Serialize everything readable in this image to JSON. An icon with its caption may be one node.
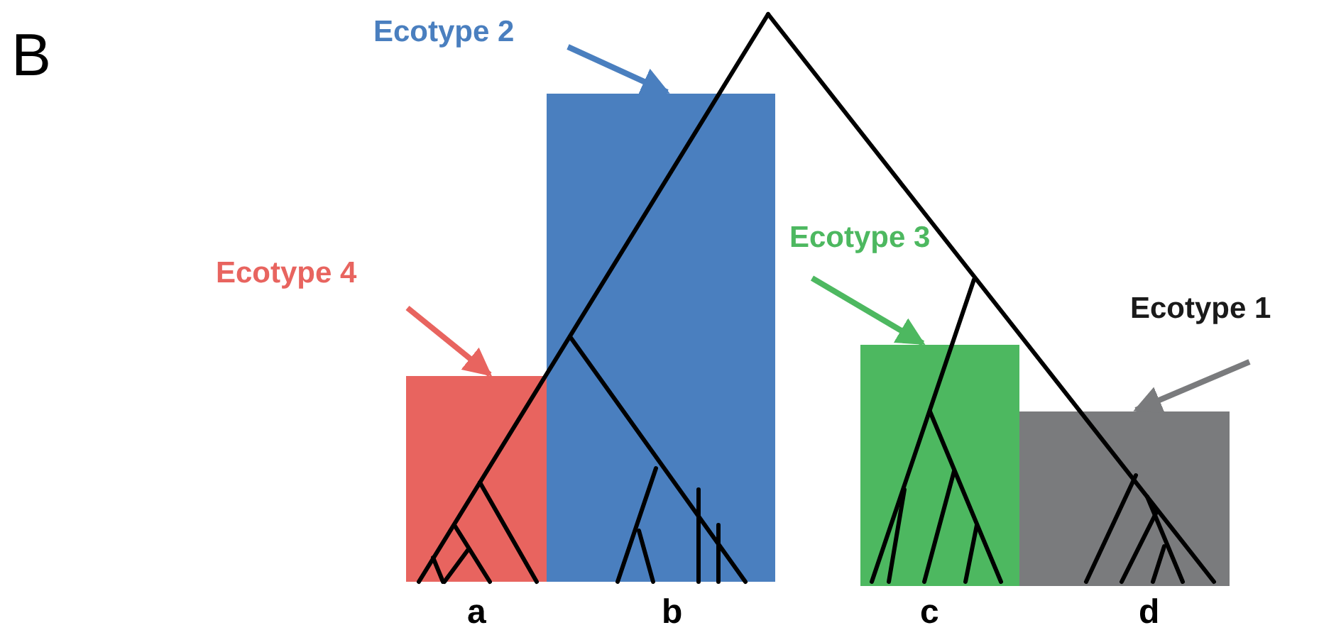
{
  "diagram": {
    "nodes": [
      {
        "text": [
          "Ecotype 2"
        ]
      },
      {
        "text": [],
        "shape": "bar",
        "beside": [
          "b"
        ]
      },
      {
        "text": [
          "Ecotype 3"
        ]
      },
      {
        "text": [
          "Ecotype 4"
        ]
      },
      {
        "text": [],
        "shape": "bar",
        "beside": [
          "a"
        ]
      },
      {
        "text": [],
        "shape": "bar",
        "beside": [
          "c"
        ]
      },
      {
        "text": [
          "Ecotype 1"
        ]
      },
      {
        "text": [],
        "shape": "bar",
        "beside": [
          "d"
        ]
      }
    ],
    "edges": [
      {
        "from": 0,
        "to": 1,
        "arrow": "to",
        "color": "#4a7fbf"
      },
      {
        "from": 2,
        "to": 5,
        "arrow": "to",
        "color": "#4db860"
      },
      {
        "from": 3,
        "to": 4,
        "arrow": "to",
        "color": "#e8645f"
      },
      {
        "from": 6,
        "to": 7,
        "arrow": "to",
        "color": "#7a7b7d"
      }
    ],
    "labels": [
      "B"
    ]
  }
}
